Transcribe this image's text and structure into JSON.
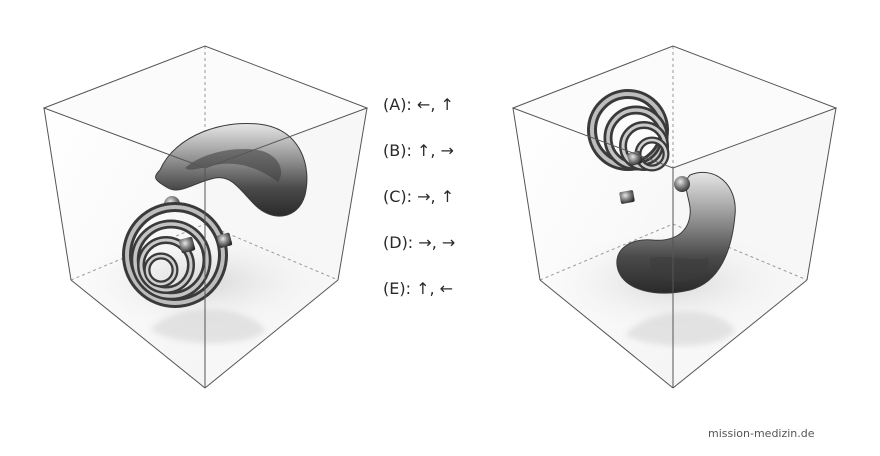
{
  "options": [
    {
      "label": "(A): ←, ↑"
    },
    {
      "label": "(B): ↑, →"
    },
    {
      "label": "(C): →, ↑"
    },
    {
      "label": "(D): →, →"
    },
    {
      "label": "(E): ↑, ←"
    }
  ],
  "credit": "mission-medizin.de",
  "colors": {
    "edge": "#555555",
    "hidden_edge": "#9a9a9a",
    "tube_light": "#d9d9d9",
    "tube_dark": "#2e2e2e"
  }
}
